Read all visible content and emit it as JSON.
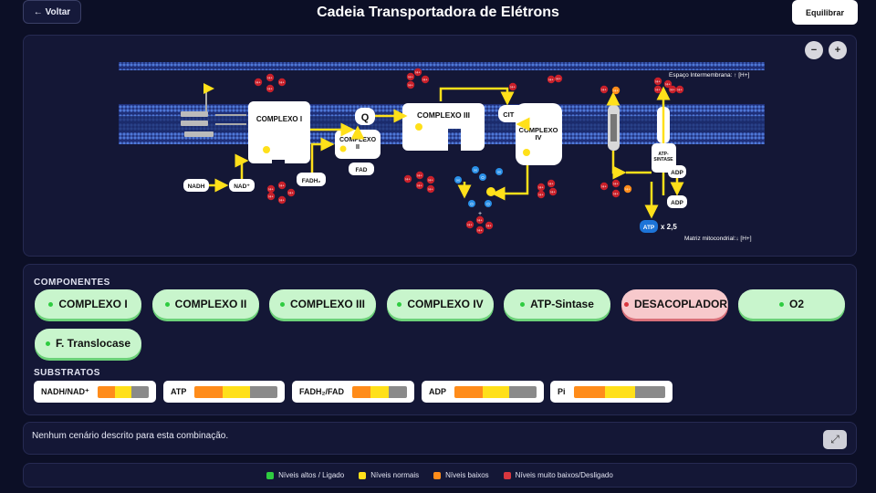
{
  "header": {
    "back_label": "← Voltar",
    "title": "Cadeia Transportadora de Elétrons",
    "equilibrate_label": "Equilibrar"
  },
  "diagram": {
    "zoom_out": "−",
    "zoom_in": "+",
    "intermembrane_label": "Espaço Intermembrana: ↑ [H+]",
    "matrix_label": "Matriz mitocondrial:↓ [H+]",
    "complex1": "COMPLEXO I",
    "complex2a": "COMPLEXO",
    "complex2b": "II",
    "complex3": "COMPLEXO III",
    "complex4a": "COMPLEXO",
    "complex4b": "IV",
    "q": "Q",
    "cytc": "CIT C",
    "atp_synthase_a": "ATP-",
    "atp_synthase_b": "SINTASE",
    "nadh": "NADH",
    "nad": "NAD⁺",
    "fadh2": "FADH₂",
    "fad": "FAD",
    "adp1": "ADP",
    "adp2": "ADP",
    "atp": "ATP",
    "atp_mult": "x 2,5",
    "h_plus": "H+",
    "h_ion": "H",
    "o_ion": "O",
    "plus_sign": "+"
  },
  "components": {
    "section_title": "COMPONENTES",
    "items": [
      {
        "label": "COMPLEXO I",
        "state": "on"
      },
      {
        "label": "COMPLEXO II",
        "state": "on"
      },
      {
        "label": "COMPLEXO III",
        "state": "on"
      },
      {
        "label": "COMPLEXO IV",
        "state": "on"
      },
      {
        "label": "ATP-Sintase",
        "state": "on"
      },
      {
        "label": "DESACOPLADORES",
        "state": "off"
      },
      {
        "label": "O2",
        "state": "on"
      },
      {
        "label": "F. Translocase",
        "state": "on"
      }
    ]
  },
  "substrates": {
    "section_title": "SUBSTRATOS",
    "items": [
      {
        "label": "NADH/NAD⁺",
        "level": "normal"
      },
      {
        "label": "ATP",
        "level": "normal"
      },
      {
        "label": "FADH₂/FAD",
        "level": "normal"
      },
      {
        "label": "ADP",
        "level": "normal"
      },
      {
        "label": "Pi",
        "level": "normal"
      }
    ]
  },
  "scenario": {
    "text": "Nenhum cenário descrito para esta combinação.",
    "expand_icon": "⤢"
  },
  "legend": {
    "items": [
      {
        "label": "Níveis altos / Ligado",
        "color": "#2ecc40"
      },
      {
        "label": "Níveis normais",
        "color": "#ffe01a"
      },
      {
        "label": "Níveis baixos",
        "color": "#ff8c1a"
      },
      {
        "label": "Níveis muito baixos/Desligado",
        "color": "#d9363e"
      }
    ]
  },
  "colors": {
    "membrane": "#3a63c4",
    "flow_arrow": "#ffe01a",
    "proton": "#c8202a",
    "chip_on": "#c8f5cc",
    "chip_off": "#f7c9cc"
  }
}
